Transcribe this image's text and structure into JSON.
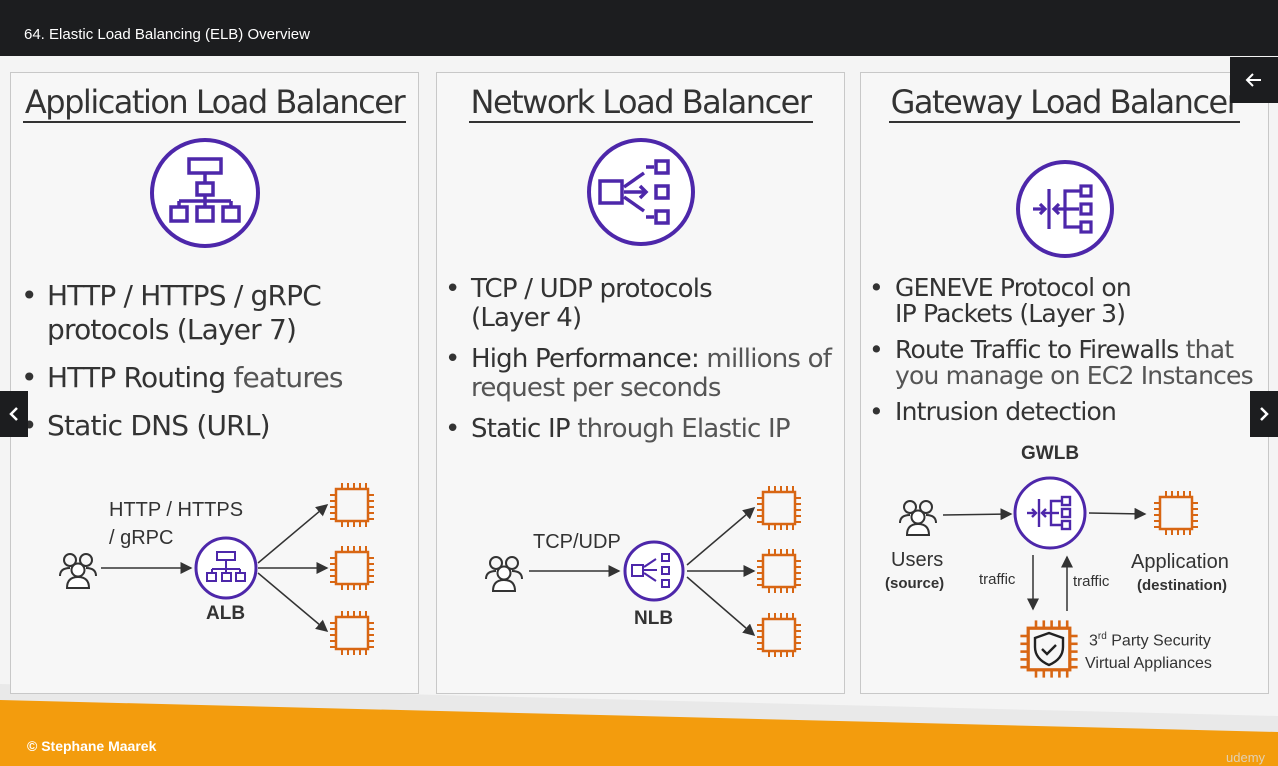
{
  "header": {
    "title": "64. Elastic Load Balancing (ELB) Overview"
  },
  "slide": {
    "alb": {
      "title": "Application Load Balancer",
      "bullets": [
        {
          "main": "HTTP / HTTPS / gRPC",
          "cont": "protocols (Layer 7)"
        },
        {
          "main": "HTTP Routing",
          "rest": " features"
        },
        {
          "main": "Static DNS (URL)"
        }
      ],
      "diagram": {
        "proto_1": "HTTP / HTTPS",
        "proto_2": "/ gRPC",
        "node": "ALB"
      }
    },
    "nlb": {
      "title": "Network Load Balancer",
      "bullets": [
        {
          "main": "TCP / UDP protocols",
          "cont": "(Layer 4)"
        },
        {
          "main": "High Performance:",
          "rest": " millions of",
          "cont": "request per seconds"
        },
        {
          "main": "Static IP",
          "rest": " through Elastic IP"
        }
      ],
      "diagram": {
        "proto": "TCP/UDP",
        "node": "NLB"
      }
    },
    "gwlb": {
      "title": "Gateway Load Balancer",
      "bullets": [
        {
          "main": "GENEVE Protocol on",
          "cont": "IP Packets (Layer 3)"
        },
        {
          "main": "Route Traffic to Firewalls",
          "rest": " that",
          "cont": "you manage on EC2 Instances"
        },
        {
          "main": "Intrusion detection"
        }
      ],
      "diagram": {
        "node": "GWLB",
        "users": "Users",
        "users_sub": "(source)",
        "app": "Application",
        "app_sub": "(destination)",
        "traffic_down": "traffic",
        "traffic_up": "traffic",
        "security_line1_pre": "3",
        "security_line1_sup": "rd",
        "security_line1_post": " Party Security",
        "security_line2": "Virtual Appliances"
      }
    },
    "copyright": "© Stephane Maarek",
    "watermark": "udemy"
  },
  "controls": {
    "back_icon": "arrow-left-icon",
    "prev_icon": "chevron-left-icon",
    "next_icon": "chevron-right-icon"
  },
  "colors": {
    "purple": "#4d27aa",
    "orange": "#d86613",
    "band": "#f39c0d",
    "topbar": "#1c1d1f"
  }
}
